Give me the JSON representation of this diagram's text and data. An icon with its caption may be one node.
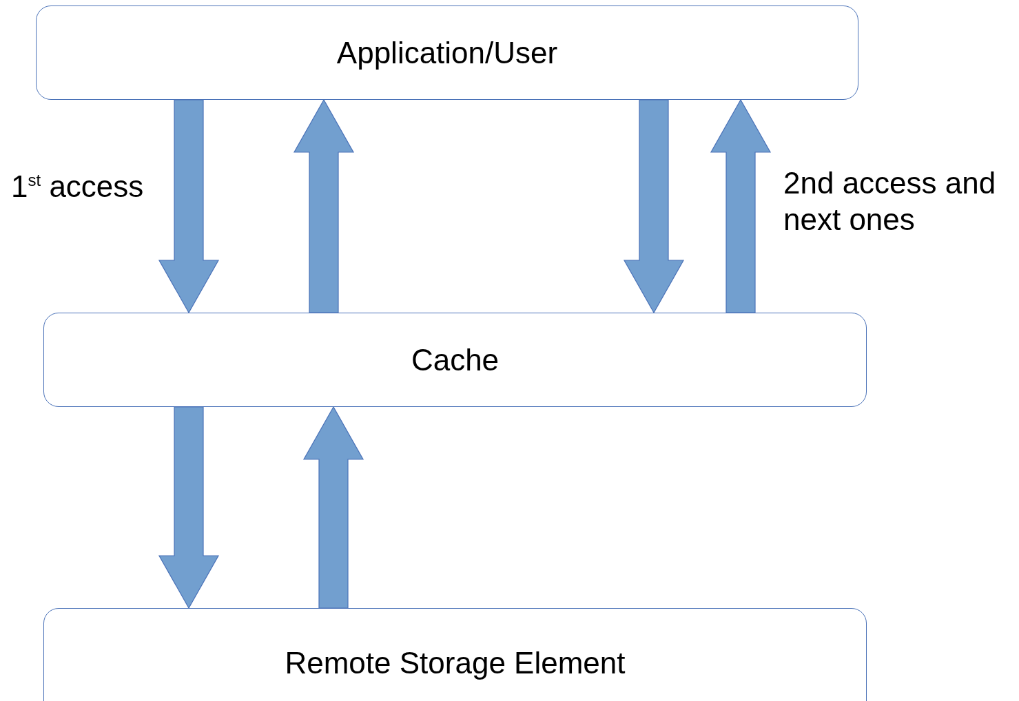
{
  "diagram": {
    "nodes": [
      {
        "text": [
          "Application/User"
        ]
      },
      {
        "text": [
          "Cache"
        ]
      },
      {
        "text": [
          "Remote Storage Element"
        ]
      }
    ],
    "edges": [
      {
        "from": 0,
        "to": 1,
        "arrow": "to",
        "style": "thick"
      },
      {
        "from": 1,
        "to": 0,
        "arrow": "to",
        "style": "thick"
      },
      {
        "from": 0,
        "to": 1,
        "arrow": "to",
        "style": "thick"
      },
      {
        "from": 1,
        "to": 0,
        "arrow": "to",
        "style": "thick"
      },
      {
        "from": 1,
        "to": 2,
        "arrow": "to",
        "style": "thick"
      },
      {
        "from": 2,
        "to": 1,
        "arrow": "to",
        "style": "thick"
      }
    ],
    "labels": [
      "1$^{st}$ access",
      "2nd access and next ones"
    ]
  }
}
